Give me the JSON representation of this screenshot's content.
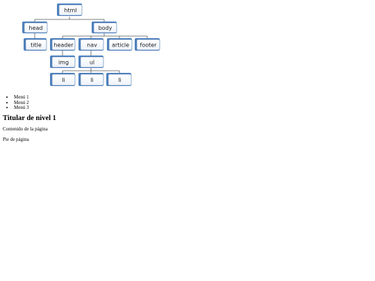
{
  "diagram": {
    "nodes": {
      "html": "html",
      "head": "head",
      "body": "body",
      "title": "title",
      "header": "header",
      "nav": "nav",
      "article": "article",
      "footer": "footer",
      "img": "img",
      "ul": "ul",
      "li1": "li",
      "li2": "li",
      "li3": "li"
    },
    "colors": {
      "box_shadow": "#4f81bd",
      "box_border": "#4a77b0",
      "box_fill": "#ffffff",
      "connector": "#555555"
    }
  },
  "page": {
    "menu_items": [
      "Menú 1",
      "Menú 2",
      "Menú 3"
    ],
    "heading": "Titular de nivel 1",
    "content": "Contenido de la página",
    "footer": "Pie de página"
  }
}
